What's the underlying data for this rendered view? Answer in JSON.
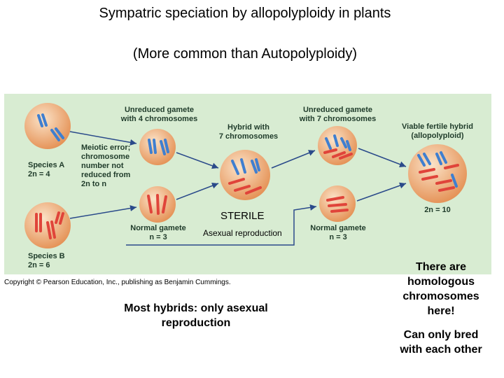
{
  "title": "Sympatric speciation by allopolyploidy in plants",
  "subtitle": "(More common than Autopolyploidy)",
  "figure": {
    "labels": {
      "unreduced_gamete_4": "Unreduced gamete\nwith 4 chromosomes",
      "meiotic_error": "Meiotic error;\nchromosome\nnumber not\nreduced from\n2n to n",
      "species_a": "Species A\n2n = 4",
      "species_b": "Species B\n2n = 6",
      "normal_gamete_left": "Normal gamete\nn = 3",
      "hybrid": "Hybrid with\n7 chromosomes",
      "unreduced_gamete_7": "Unreduced gamete\nwith 7 chromosomes",
      "normal_gamete_right": "Normal gamete\nn = 3",
      "viable_hybrid": "Viable fertile hybrid\n(allopolyploid)",
      "result_count": "2n = 10"
    },
    "sterile": "STERILE",
    "asexual": "Asexual  reproduction",
    "colors": {
      "panel": "#d8ecd2",
      "cell": "#e9a06a",
      "blue_chromosome": "#3f7fd0",
      "red_chromosome": "#e0443a",
      "arrow": "#2a4a8a"
    }
  },
  "copyright": "Copyright © Pearson Education, Inc., publishing as Benjamin Cummings.",
  "notes": {
    "left": "Most hybrids: only asexual reproduction",
    "right_1": "There are homologous chromosomes here!",
    "right_2": "Can only bred with each other"
  }
}
